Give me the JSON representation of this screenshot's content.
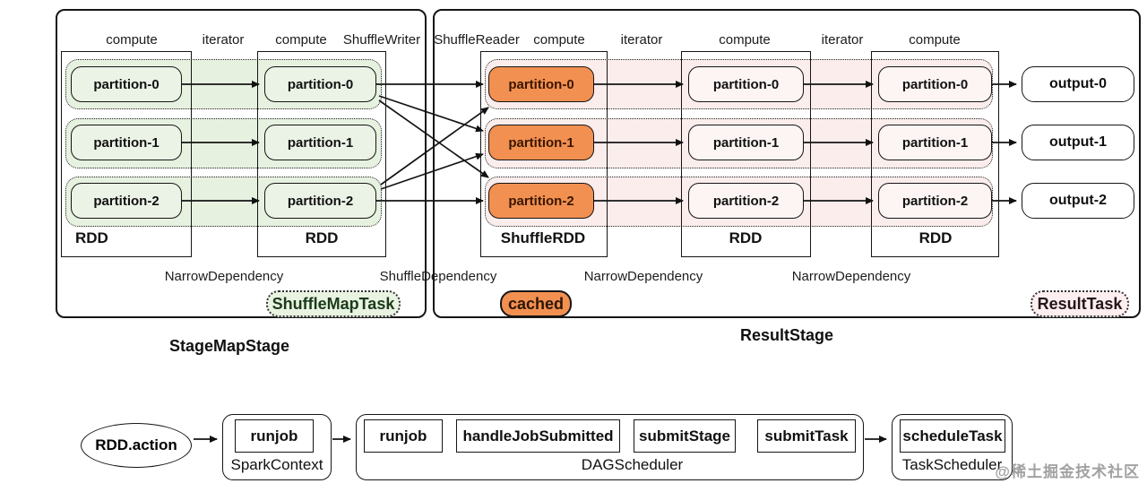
{
  "header_labels": [
    "compute",
    "iterator",
    "compute",
    "ShuffleWriter",
    "ShuffleReader",
    "compute",
    "iterator",
    "compute",
    "iterator",
    "compute"
  ],
  "rdds": [
    {
      "label": "RDD",
      "partitions": [
        "partition-0",
        "partition-1",
        "partition-2"
      ]
    },
    {
      "label": "RDD",
      "partitions": [
        "partition-0",
        "partition-1",
        "partition-2"
      ]
    },
    {
      "label": "ShuffleRDD",
      "partitions": [
        "partition-0",
        "partition-1",
        "partition-2"
      ]
    },
    {
      "label": "RDD",
      "partitions": [
        "partition-0",
        "partition-1",
        "partition-2"
      ]
    },
    {
      "label": "RDD",
      "partitions": [
        "partition-0",
        "partition-1",
        "partition-2"
      ]
    }
  ],
  "outputs": [
    "output-0",
    "output-1",
    "output-2"
  ],
  "dependency_labels": [
    "NarrowDependency",
    "ShuffleDependency",
    "NarrowDependency",
    "NarrowDependency"
  ],
  "badges": {
    "map_task": "ShuffleMapTask",
    "cached": "cached",
    "result_task": "ResultTask"
  },
  "stage_titles": {
    "map": "StageMapStage",
    "result": "ResultStage"
  },
  "flow": {
    "action": "RDD.action",
    "spark_context": {
      "label": "SparkContext",
      "methods": [
        "runjob"
      ]
    },
    "dag_scheduler": {
      "label": "DAGScheduler",
      "methods": [
        "runjob",
        "handleJobSubmitted",
        "submitStage",
        "submitTask"
      ]
    },
    "task_scheduler": {
      "label": "TaskScheduler",
      "methods": [
        "scheduleTask"
      ]
    }
  },
  "watermark": "@稀土掘金技术社区",
  "colors": {
    "border": "#151515",
    "green_partition": "#ebf3e6",
    "green_band": "#e7f1e0",
    "orange": "#f29051",
    "pink_partition": "#fdf4f4",
    "pink_band": "#fbedec"
  }
}
